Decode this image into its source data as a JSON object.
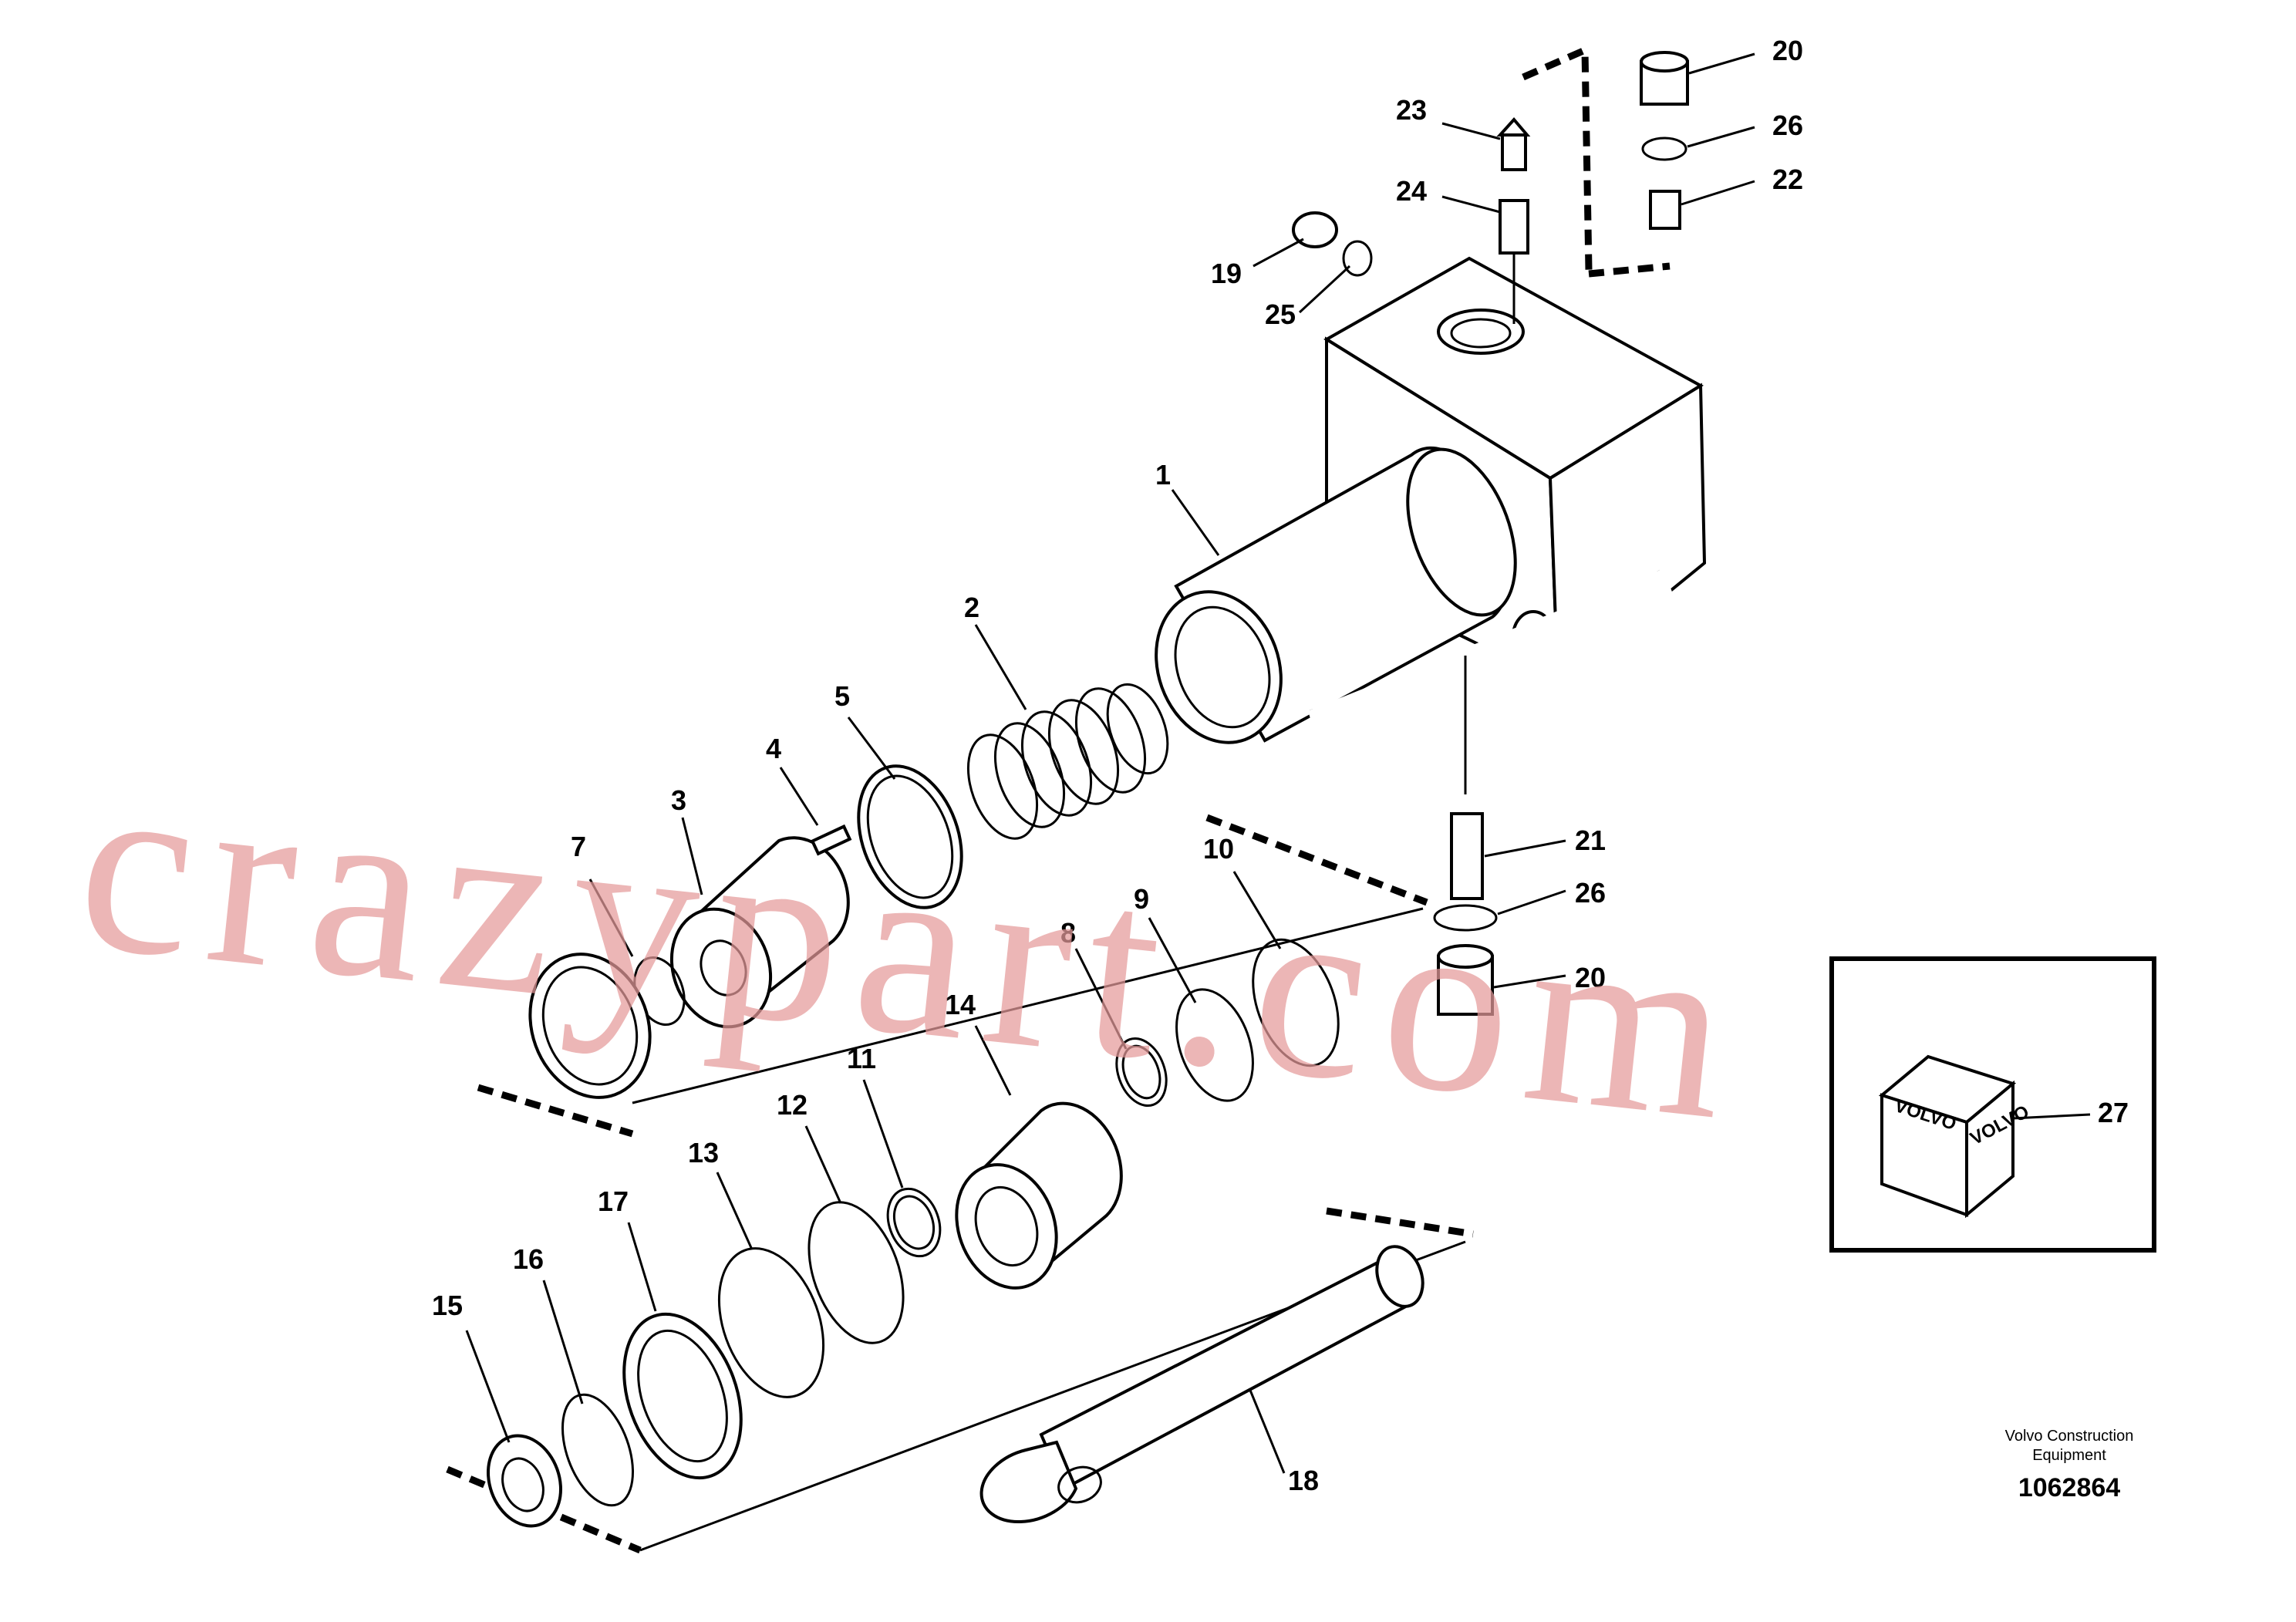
{
  "diagram": {
    "callouts": [
      "1",
      "2",
      "3",
      "4",
      "5",
      "7",
      "8",
      "9",
      "10",
      "11",
      "12",
      "13",
      "14",
      "15",
      "16",
      "17",
      "18",
      "19",
      "20",
      "21",
      "22",
      "23",
      "24",
      "25",
      "26",
      "27"
    ],
    "watermark": "crazypart.com",
    "footer": {
      "manufacturer_line1": "Volvo Construction",
      "manufacturer_line2": "Equipment",
      "drawing_number": "1062864"
    },
    "kit_box_text": "VOLVO"
  }
}
